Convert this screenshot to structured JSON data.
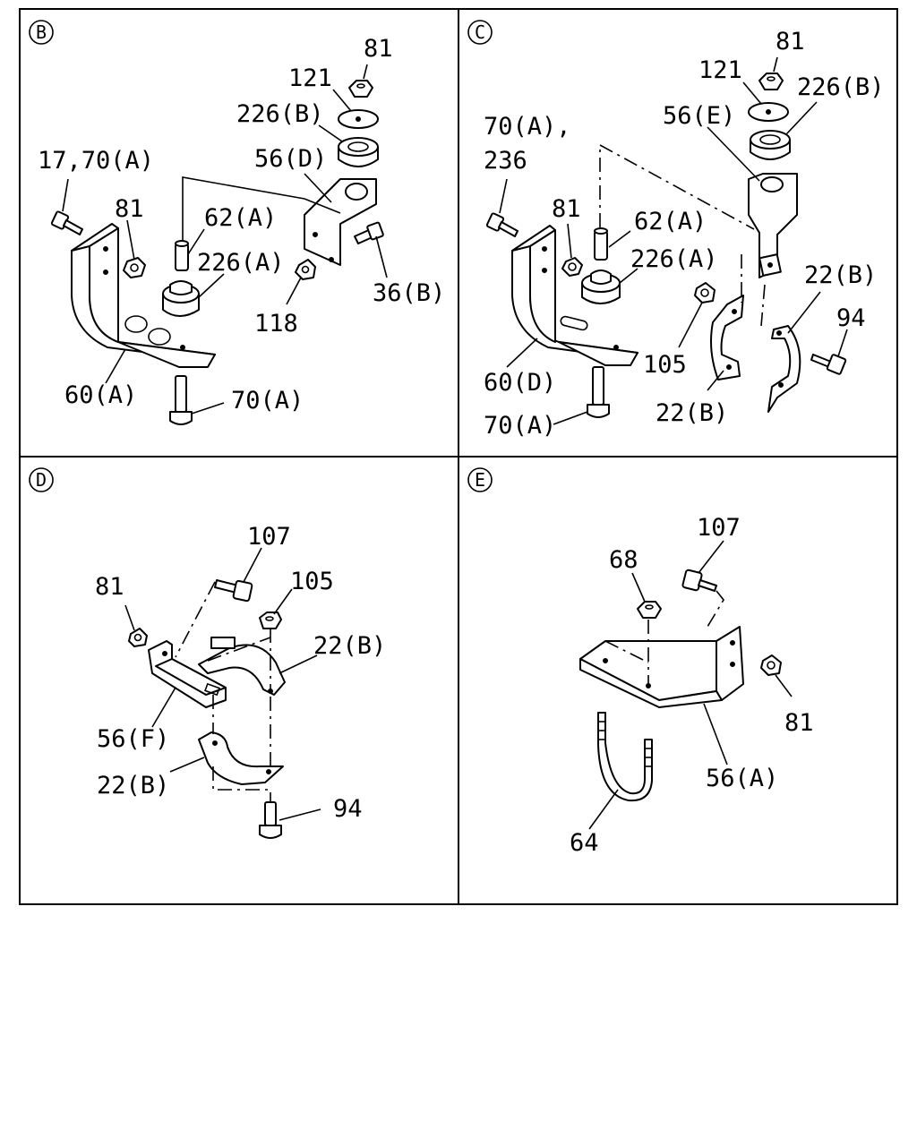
{
  "panels": [
    {
      "id": "B",
      "letter": "B",
      "labels": [
        "81",
        "121",
        "226(B)",
        "56(D)",
        "17,70(A)",
        "62(A)",
        "81",
        "226(A)",
        "36(B)",
        "118",
        "60(A)",
        "70(A)"
      ]
    },
    {
      "id": "C",
      "letter": "C",
      "labels": [
        "81",
        "121",
        "226(B)",
        "56(E)",
        "70(A),",
        "236",
        "81",
        "62(A)",
        "226(A)",
        "22(B)",
        "94",
        "105",
        "60(D)",
        "22(B)",
        "70(A)"
      ]
    },
    {
      "id": "D",
      "letter": "D",
      "labels": [
        "107",
        "81",
        "105",
        "22(B)",
        "56(F)",
        "22(B)",
        "94"
      ]
    },
    {
      "id": "E",
      "letter": "E",
      "labels": [
        "107",
        "68",
        "81",
        "56(A)",
        "64"
      ]
    }
  ]
}
